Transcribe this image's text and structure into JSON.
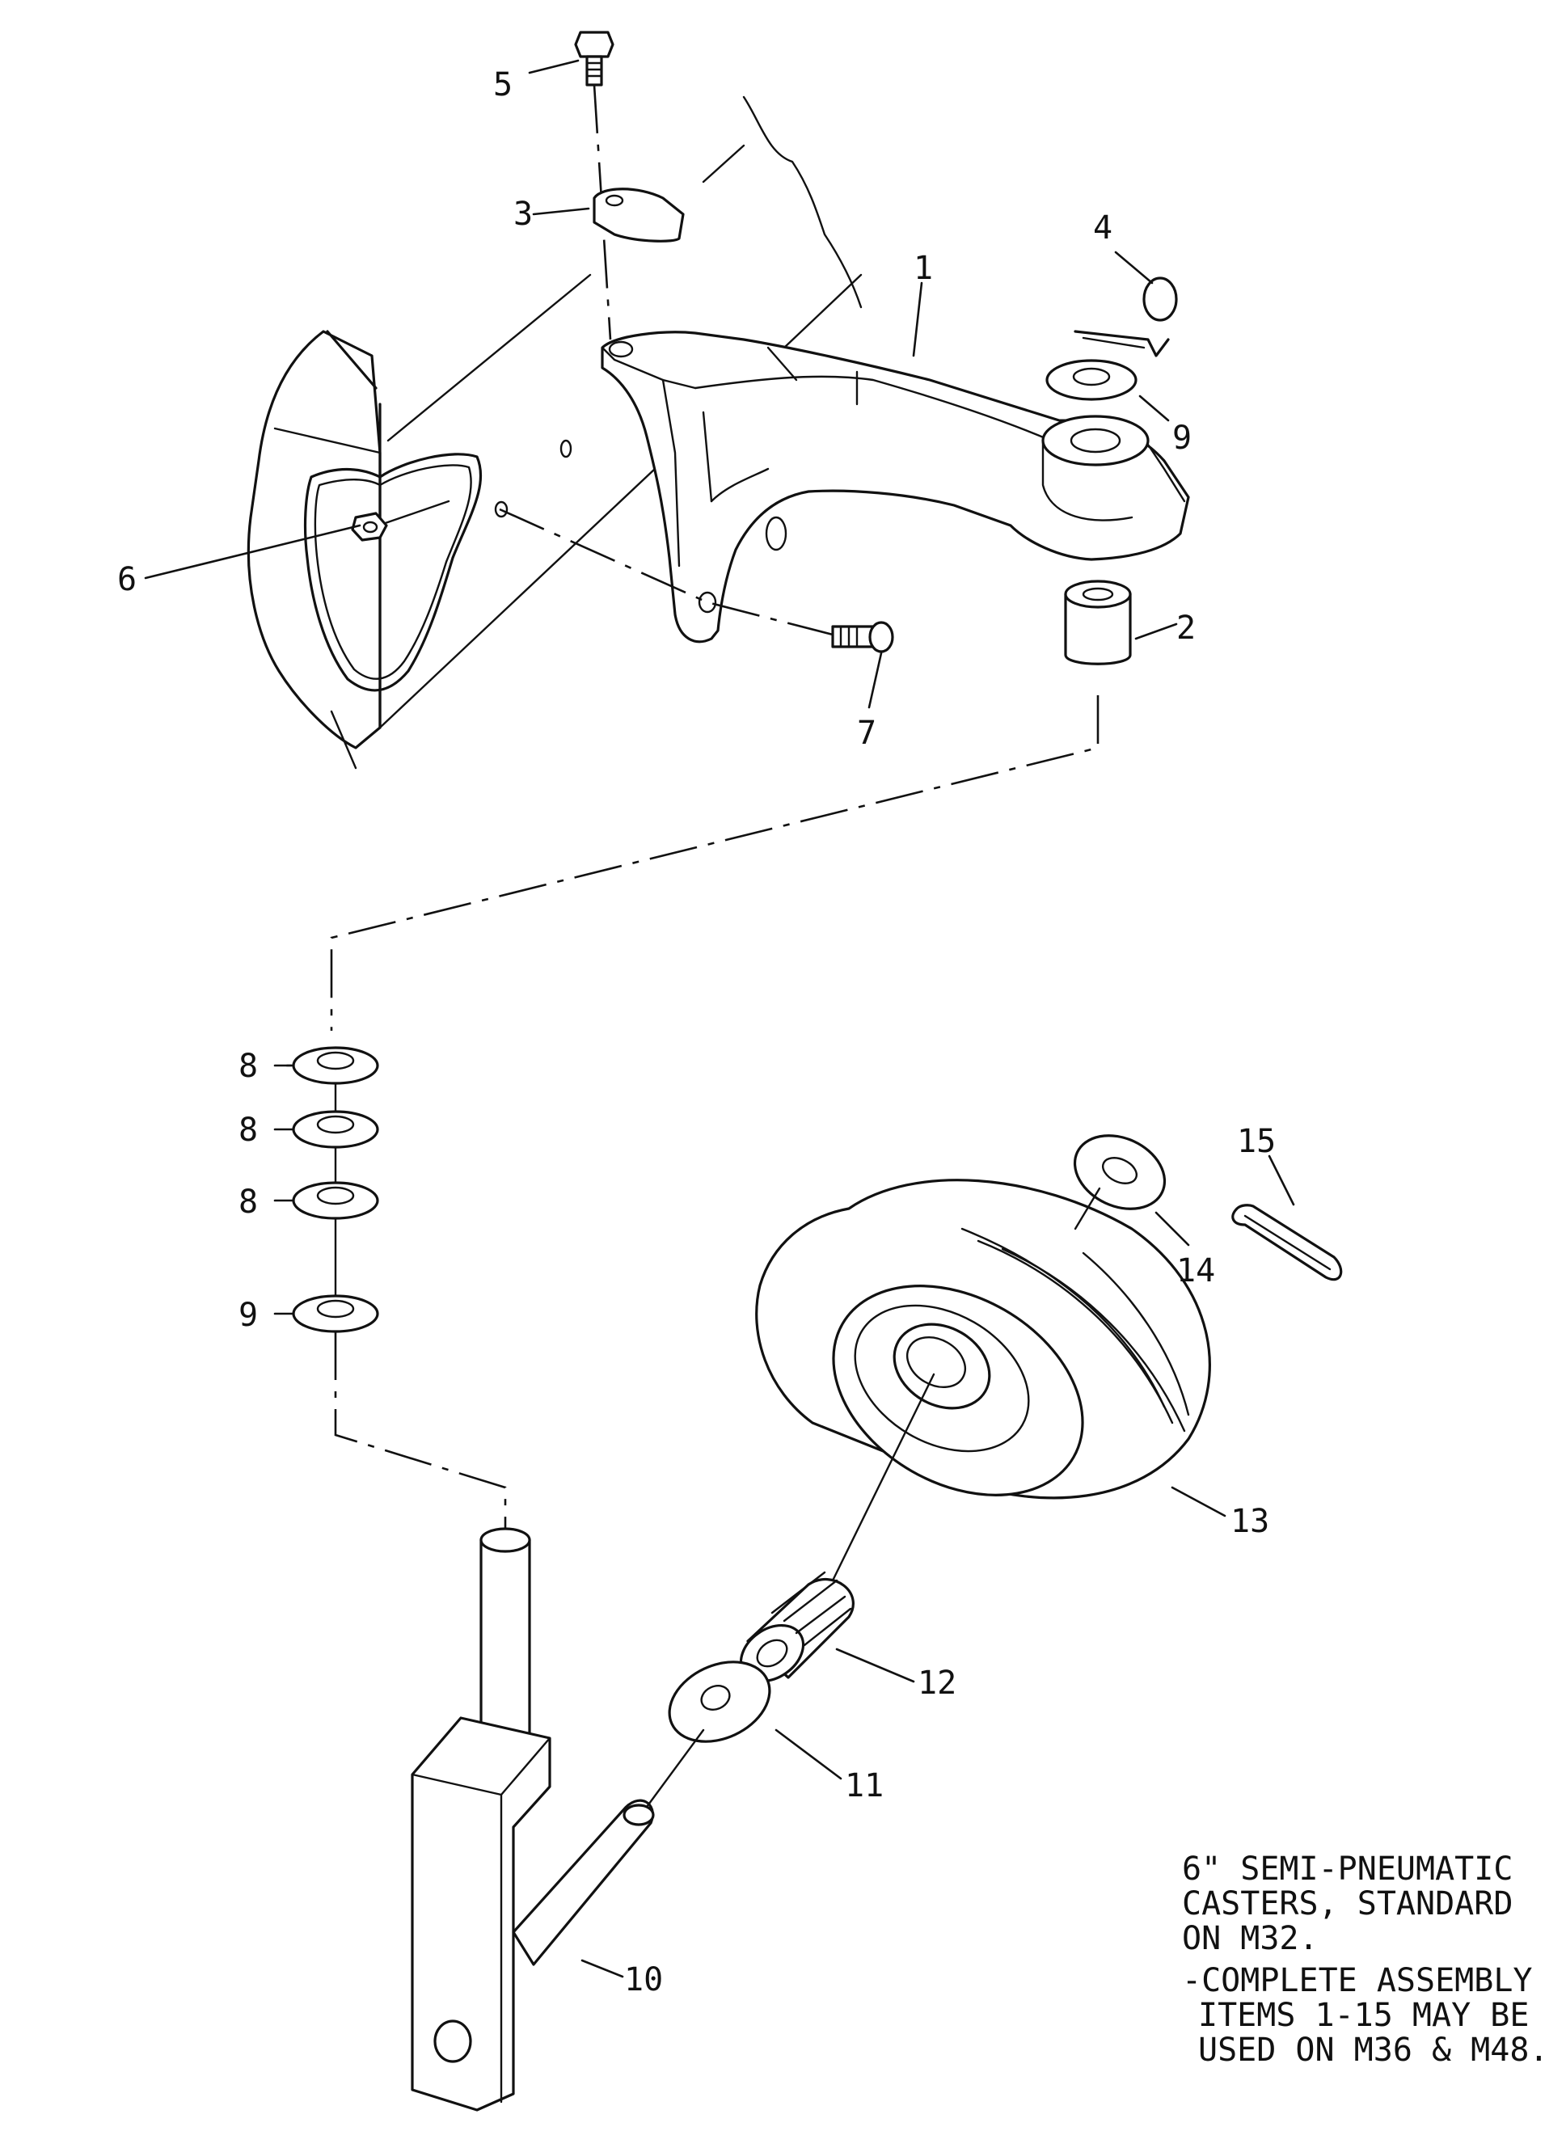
{
  "callouts": {
    "c1": "1",
    "c2": "2",
    "c3": "3",
    "c4": "4",
    "c5": "5",
    "c6": "6",
    "c7": "7",
    "c8a": "8",
    "c8b": "8",
    "c8c": "8",
    "c9a": "9",
    "c9b": "9",
    "c10": "10",
    "c11": "11",
    "c12": "12",
    "c13": "13",
    "c14": "14",
    "c15": "15"
  },
  "note": {
    "line1": "6\" SEMI-PNEUMATIC",
    "line2": "CASTERS, STANDARD",
    "line3": "ON M32.",
    "line4": "-COMPLETE ASSEMBLY",
    "line5": "ITEMS 1-15 MAY BE",
    "line6": "USED ON M36 & M48."
  }
}
